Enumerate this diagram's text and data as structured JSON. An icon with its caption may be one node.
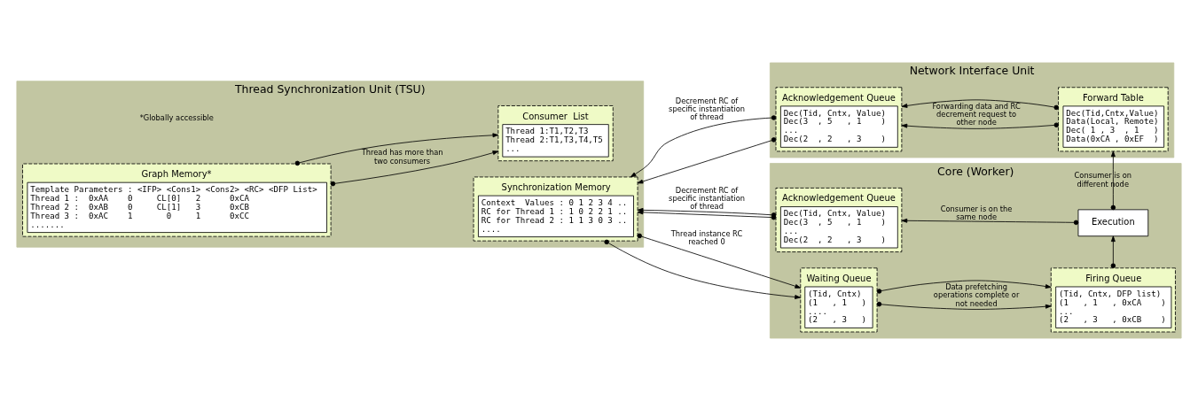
{
  "diagram": {
    "nodes": [
      {
        "text": [
          "Thread Synchronization Unit (TSU)"
        ]
      },
      {
        "text": [
          "Graph Memory*",
          "Template Parameters : <IFP> <Cons1> <Cons2> <RC> <DFP List>",
          "Thread 1 :  0xAA    0     CL[0]   2      0xCA",
          "Thread 2 :  0xAB    0     CL[1]   3      0xCB",
          "Thread 3 :  0xAC    1       0     1      0xCC",
          "......."
        ],
        "in": 0
      },
      {
        "text": [
          "Consumer  List",
          "Thread 1:T1,T2,T3",
          "Thread 2:T1,T3,T4,T5",
          "..."
        ],
        "in": 0
      },
      {
        "text": [
          "Synchronization Memory",
          "Context  Values : 0 1 2 3 4 ..",
          "RC for Thread 1 : 1 0 2 2 1 ..",
          "RC for Thread 2 : 1 1 3 0 3 ..",
          "...."
        ],
        "in": 0
      },
      {
        "text": [
          "Network Interface Unit"
        ]
      },
      {
        "text": [
          "Acknowledgement Queue",
          "Dec(Tid, Cntx, Value)",
          "Dec(3  , 5   , 1    )",
          "...",
          "Dec(2  , 2   , 3    )"
        ],
        "in": 4
      },
      {
        "text": [
          "Forward Table",
          "Dec(Tid,Cntx,Value)",
          "Data(Local, Remote)",
          "Dec( 1 , 3  , 1   )",
          "Data(0xCA , 0xEF  )"
        ],
        "in": 4
      },
      {
        "text": [
          "Core (Worker)"
        ]
      },
      {
        "text": [
          "Acknowledgement Queue",
          "Dec(Tid, Cntx, Value)",
          "Dec(3  , 5   , 1    )",
          "...",
          "Dec(2  , 2   , 3    )"
        ],
        "in": 7
      },
      {
        "text": [
          "Execution"
        ],
        "in": 7
      },
      {
        "text": [
          "Waiting Queue",
          "(Tid, Cntx)",
          "(1   , 1   )",
          "....",
          "(2   , 3   )"
        ],
        "in": 7
      },
      {
        "text": [
          "Firing Queue",
          "(Tid, Cntx, DFP list)",
          "(1   , 1   , 0xCA    )",
          "...",
          "(2   , 3   , 0xCB    )"
        ],
        "in": 7
      }
    ],
    "edges": [
      {
        "from": 1,
        "to": 2,
        "arrow": "to",
        "label": "Thread has more than two consumers"
      },
      {
        "from": 1,
        "to": 2,
        "arrow": "to"
      },
      {
        "from": 5,
        "to": 3,
        "arrow": "to",
        "label": "Decrement RC of specific instantiation of thread"
      },
      {
        "from": 5,
        "to": 3,
        "arrow": "to"
      },
      {
        "from": 6,
        "to": 5,
        "arrow": "to",
        "label": "Forwarding data and RC decrement request to other node"
      },
      {
        "from": 6,
        "to": 5,
        "arrow": "to"
      },
      {
        "from": 8,
        "to": 3,
        "arrow": "to",
        "label": "Decrement RC of specific instantiation of thread"
      },
      {
        "from": 8,
        "to": 3,
        "arrow": "to"
      },
      {
        "from": 3,
        "to": 10,
        "arrow": "to",
        "label": "Thread instance RC reached 0"
      },
      {
        "from": 3,
        "to": 10,
        "arrow": "to"
      },
      {
        "from": 10,
        "to": 11,
        "arrow": "to",
        "label": "Data prefetching operations complete or not needed"
      },
      {
        "from": 10,
        "to": 11,
        "arrow": "to"
      },
      {
        "from": 9,
        "to": 8,
        "arrow": "to",
        "label": "Consumer is on the same node"
      },
      {
        "from": 9,
        "to": 6,
        "arrow": "to",
        "label": "Consumer is on different node"
      },
      {
        "from": 11,
        "to": 9,
        "arrow": "to"
      }
    ],
    "labels": [
      "*Globally accessible"
    ]
  }
}
